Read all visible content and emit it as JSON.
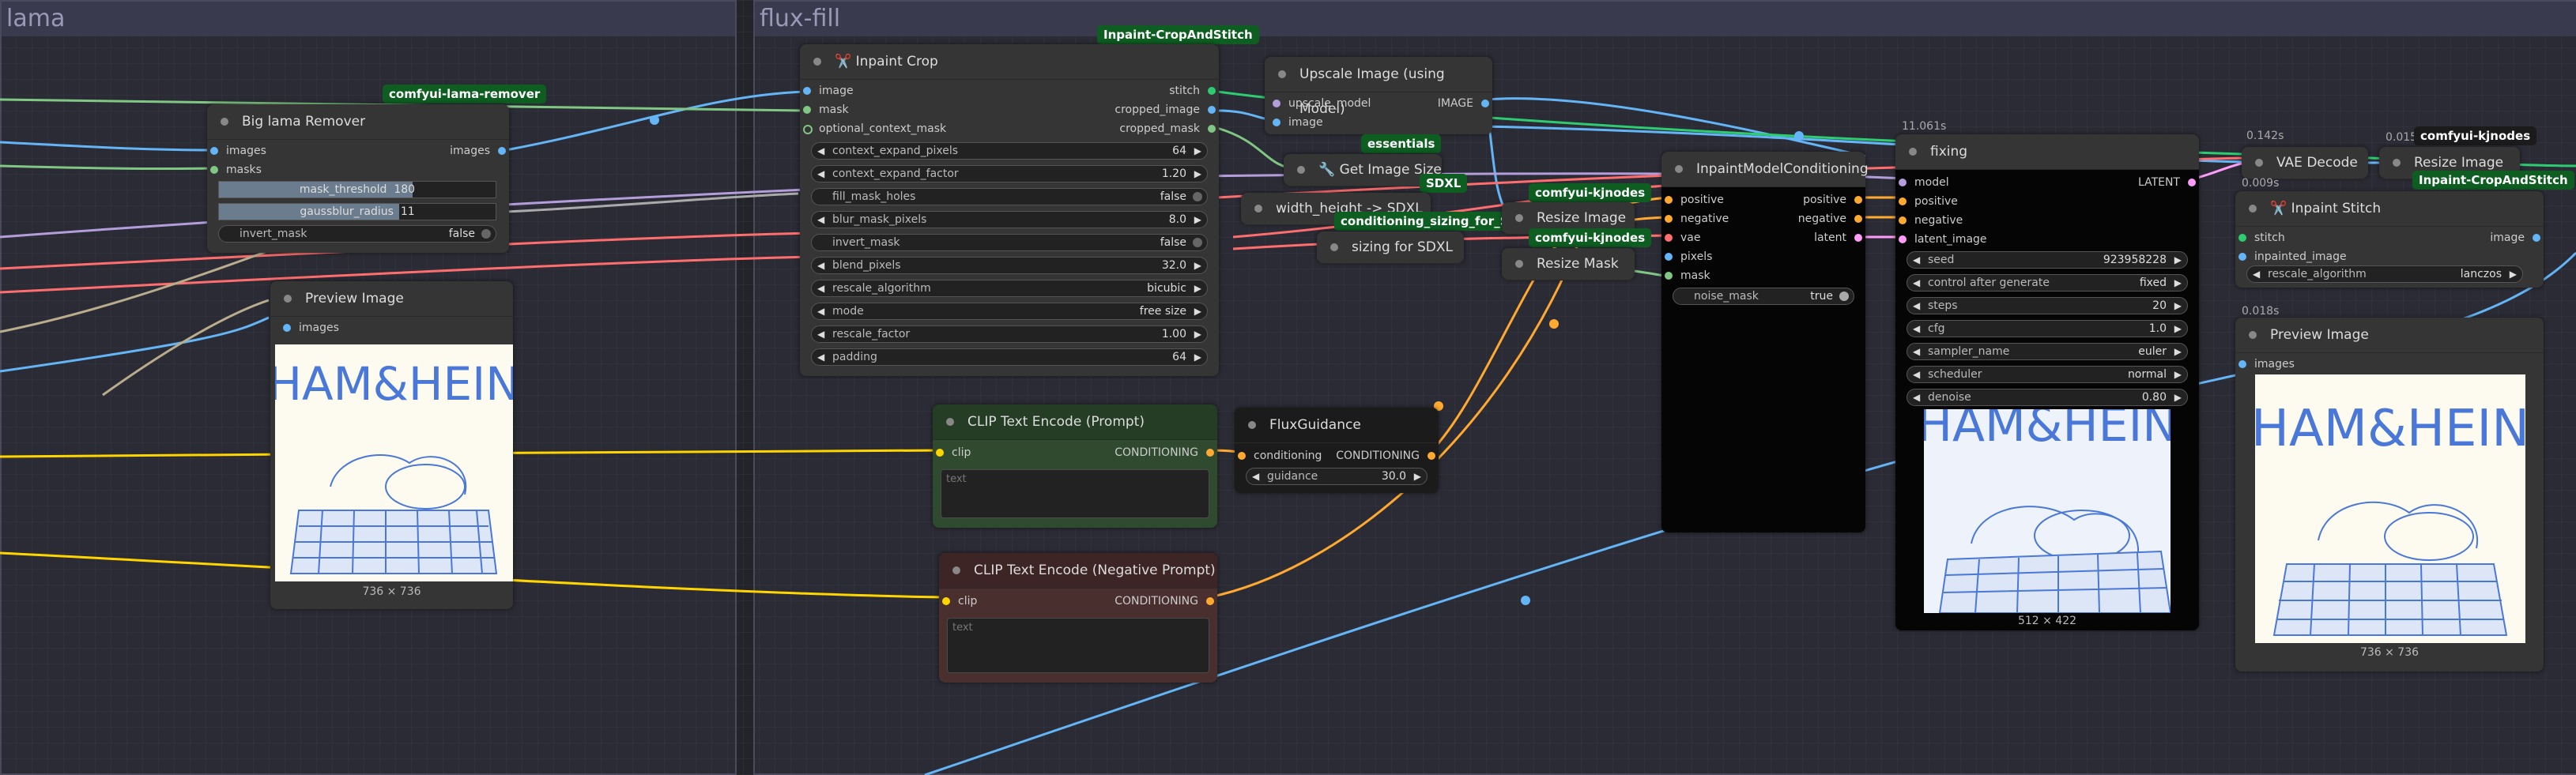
{
  "groups": {
    "lama": "lama",
    "fluxfill": "flux-fill"
  },
  "colors": {
    "clip": "#ffd500",
    "image": "#64b5f6",
    "mask": "#81c784",
    "conditioning": "#ffa931",
    "latent": "#ff9cf9",
    "vae": "#ff6e6e",
    "model": "#b39ddb",
    "stitch": "#2ecc71"
  },
  "nodes": {
    "big_lama": {
      "badge": "comfyui-lama-remover",
      "title": "Big lama Remover",
      "in_images": "images",
      "in_masks": "masks",
      "out_images": "images",
      "mask_threshold_label": "mask_threshold",
      "mask_threshold_value": "180",
      "mask_threshold_fraction": 0.7,
      "gaussblur_label": "gaussblur_radius",
      "gaussblur_value": "11",
      "gaussblur_fraction": 0.65,
      "invert_label": "invert_mask",
      "invert_value": "false"
    },
    "preview_left": {
      "title": "Preview Image",
      "in_images": "images",
      "caption": "736 × 736"
    },
    "inpaint_crop": {
      "badge": "Inpaint-CropAndStitch",
      "title": "Inpaint Crop",
      "icon": "scissors-icon",
      "in_image": "image",
      "in_mask": "mask",
      "in_optional": "optional_context_mask",
      "out_stitch": "stitch",
      "out_cropped_image": "cropped_image",
      "out_cropped_mask": "cropped_mask",
      "widgets": [
        {
          "label": "context_expand_pixels",
          "value": "64",
          "kind": "num"
        },
        {
          "label": "context_expand_factor",
          "value": "1.20",
          "kind": "num"
        },
        {
          "label": "fill_mask_holes",
          "value": "false",
          "kind": "toggle"
        },
        {
          "label": "blur_mask_pixels",
          "value": "8.0",
          "kind": "num"
        },
        {
          "label": "invert_mask",
          "value": "false",
          "kind": "toggle"
        },
        {
          "label": "blend_pixels",
          "value": "32.0",
          "kind": "num"
        },
        {
          "label": "rescale_algorithm",
          "value": "bicubic",
          "kind": "num"
        },
        {
          "label": "mode",
          "value": "free size",
          "kind": "num"
        },
        {
          "label": "rescale_factor",
          "value": "1.00",
          "kind": "num"
        },
        {
          "label": "padding",
          "value": "64",
          "kind": "num"
        }
      ]
    },
    "upscale": {
      "title": "Upscale Image (using Model)",
      "in_model": "upscale_model",
      "in_image": "image",
      "out_image": "IMAGE"
    },
    "get_size": {
      "badge": "essentials",
      "title": "Get Image Size",
      "icon": "wrench-icon"
    },
    "width_height": {
      "badge": "SDXL",
      "title": "width_height -> SDXL"
    },
    "cond_sdxl": {
      "badge": "conditioning_sizing_for_SDXL",
      "title": "sizing for SDXL"
    },
    "resize_image": {
      "badge": "comfyui-kjnodes",
      "title": "Resize Image"
    },
    "resize_mask": {
      "badge": "comfyui-kjnodes",
      "title": "Resize Mask"
    },
    "inpaint_cond": {
      "title": "InpaintModelConditioning",
      "in_positive": "positive",
      "in_negative": "negative",
      "in_vae": "vae",
      "in_pixels": "pixels",
      "in_mask": "mask",
      "out_positive": "positive",
      "out_negative": "negative",
      "out_latent": "latent",
      "noise_label": "noise_mask",
      "noise_value": "true"
    },
    "clip_pos": {
      "title": "CLIP Text Encode (Prompt)",
      "in_clip": "clip",
      "out": "CONDITIONING",
      "placeholder": "text"
    },
    "clip_neg": {
      "title": "CLIP Text Encode (Negative Prompt)",
      "in_clip": "clip",
      "out": "CONDITIONING",
      "placeholder": "text"
    },
    "flux_guidance": {
      "title": "FluxGuidance",
      "in_cond": "conditioning",
      "out": "CONDITIONING",
      "guidance_label": "guidance",
      "guidance_value": "30.0"
    },
    "fixing": {
      "timing": "11.061s",
      "title": "fixing",
      "in_model": "model",
      "in_positive": "positive",
      "in_negative": "negative",
      "in_latent": "latent_image",
      "out_latent": "LATENT",
      "widgets": [
        {
          "label": "seed",
          "value": "923958228"
        },
        {
          "label": "control after generate",
          "value": "fixed"
        },
        {
          "label": "steps",
          "value": "20"
        },
        {
          "label": "cfg",
          "value": "1.0"
        },
        {
          "label": "sampler_name",
          "value": "euler"
        },
        {
          "label": "scheduler",
          "value": "normal"
        },
        {
          "label": "denoise",
          "value": "0.80"
        }
      ],
      "caption": "512 × 422"
    },
    "vae_decode": {
      "timing": "0.142s",
      "title": "VAE Decode"
    },
    "resize_image2": {
      "timing": "0.015s",
      "badge": "comfyui-kjnodes",
      "title": "Resize Image"
    },
    "inpaint_stitch": {
      "timing": "0.009s",
      "badge": "Inpaint-CropAndStitch",
      "title": "Inpaint Stitch",
      "icon": "scissors-icon",
      "in_stitch": "stitch",
      "in_inpainted": "inpainted_image",
      "out_image": "image",
      "rescale_label": "rescale_algorithm",
      "rescale_value": "lanczos"
    },
    "preview_right": {
      "timing": "0.018s",
      "title": "Preview Image",
      "in_images": "images",
      "caption": "736 × 736"
    }
  },
  "image_text": "HAM&HEIN"
}
